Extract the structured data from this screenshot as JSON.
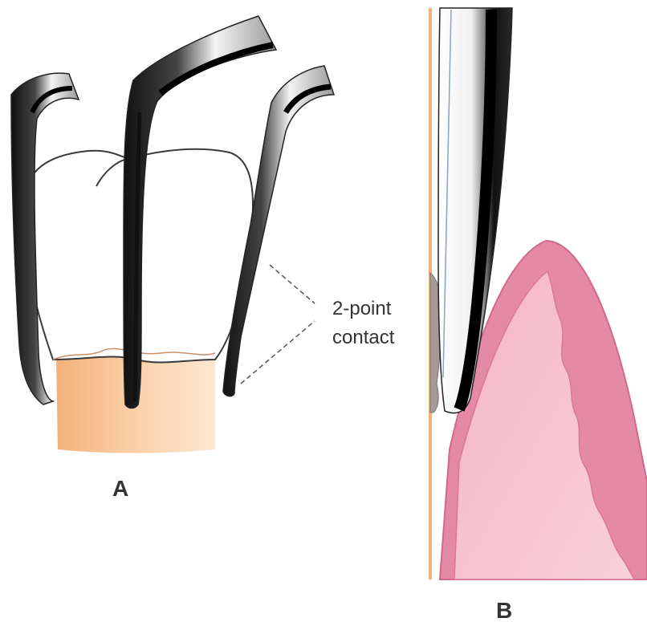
{
  "panels": {
    "a": {
      "label": "A"
    },
    "b": {
      "label": "B"
    }
  },
  "annotation": {
    "line1": "2-point",
    "line2": "contact"
  },
  "colors": {
    "background": "#ffffff",
    "tooth_crown": "#ffffff",
    "tooth_root": "#f6c08e",
    "instrument_dark": "#1a1a1a",
    "instrument_light": "#f2f2f2",
    "gingiva_outer": "#e47f9d",
    "gingiva_inner": "#f7c2cf",
    "root_surface_line": "#f0b274",
    "calculus": "#9a8f8f",
    "text": "#333333"
  }
}
